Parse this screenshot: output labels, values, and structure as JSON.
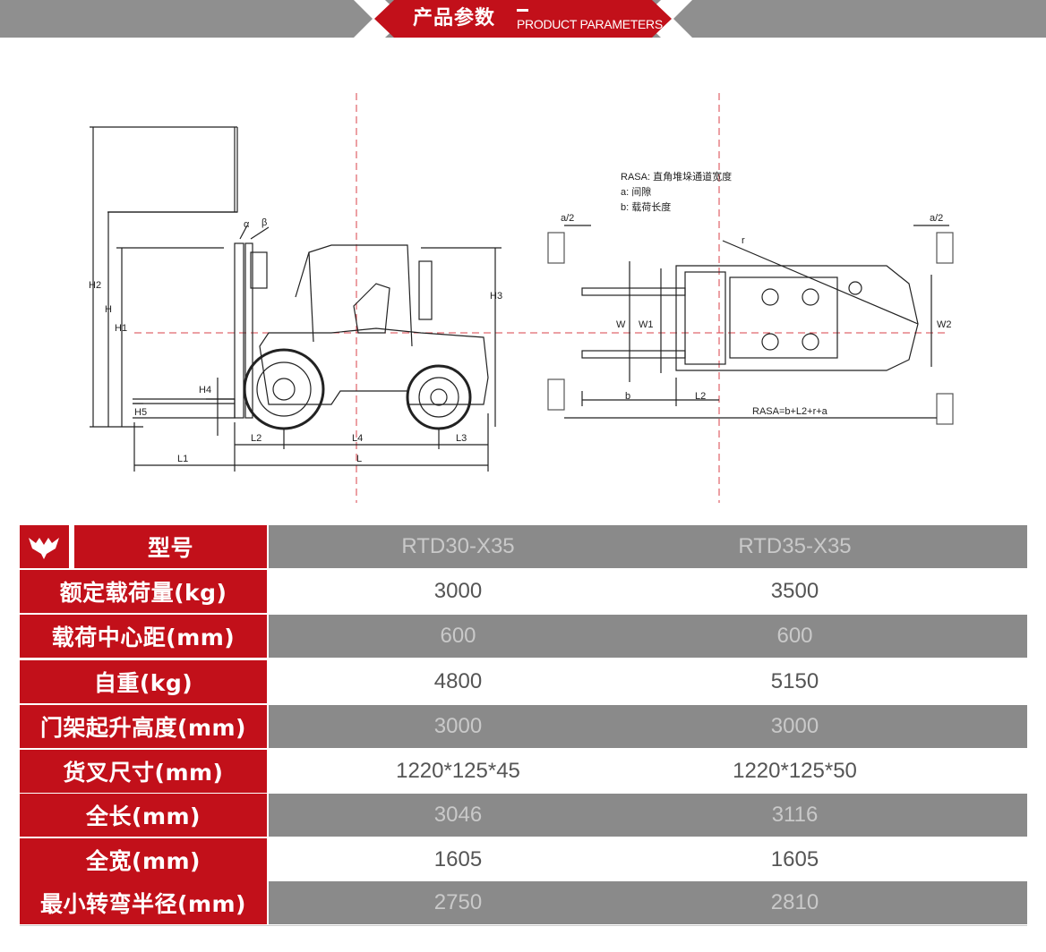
{
  "header": {
    "title": "产品参数",
    "subtitle": "PRODUCT PARAMETERS",
    "accent_color": "#c2101a",
    "bar_color": "#8f8f8f"
  },
  "drawing": {
    "side_view": {
      "labels": [
        "H2",
        "H",
        "H1",
        "H4",
        "H5",
        "H3",
        "L1",
        "L",
        "L2",
        "L4",
        "L3",
        "α",
        "β"
      ]
    },
    "top_view": {
      "legend": [
        "RASA: 直角堆垛通道宽度",
        "a: 间隙",
        "b: 载荷长度"
      ],
      "labels": [
        "a/2",
        "a/2",
        "r",
        "W",
        "W1",
        "W2",
        "b",
        "L2",
        "RASA=b+L2+r+a"
      ]
    }
  },
  "table": {
    "logo_icon": "brand-logo-icon",
    "header_label": "型号",
    "models": [
      "RTD30-X35",
      "RTD35-X35"
    ],
    "rows": [
      {
        "label": "额定载荷量(kg)",
        "v1": "3000",
        "v2": "3500"
      },
      {
        "label": "载荷中心距(mm)",
        "v1": "600",
        "v2": "600"
      },
      {
        "label": "自重(kg)",
        "v1": "4800",
        "v2": "5150"
      },
      {
        "label": "门架起升高度(mm)",
        "v1": "3000",
        "v2": "3000"
      },
      {
        "label": "货叉尺寸(mm)",
        "v1": "1220*125*45",
        "v2": "1220*125*50"
      },
      {
        "label": "全长(mm)",
        "v1": "3046",
        "v2": "3116"
      },
      {
        "label": "全宽(mm)",
        "v1": "1605",
        "v2": "1605"
      },
      {
        "label": "最小转弯半径(mm)",
        "v1": "2750",
        "v2": "2810"
      }
    ]
  }
}
